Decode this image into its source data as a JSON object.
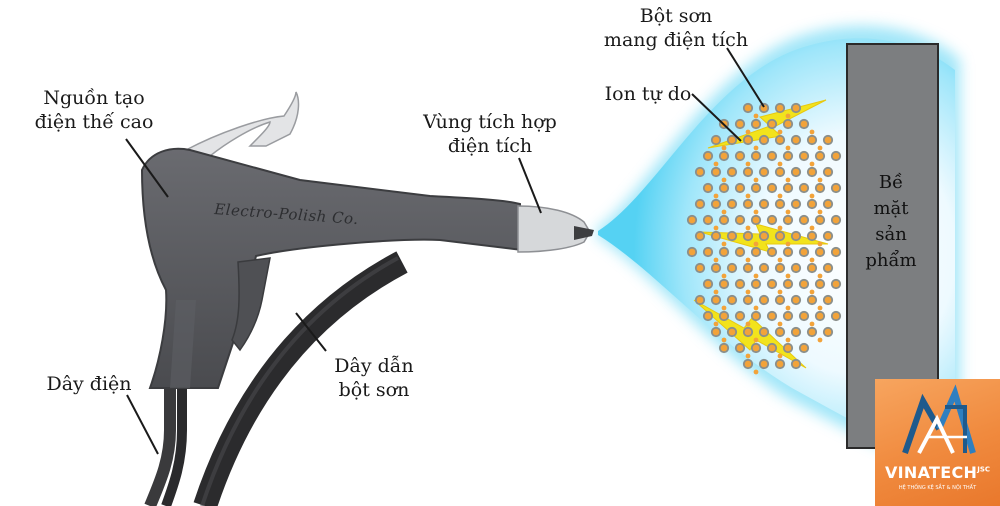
{
  "labels": {
    "voltage_source": [
      "Nguồn tạo",
      "điện thế cao"
    ],
    "charge_zone": [
      "Vùng tích hợp",
      "điện tích"
    ],
    "charged_powder": [
      "Bột sơn",
      "mang điện tích"
    ],
    "free_ions": "Ion tự do",
    "power_cord": "Dây điện",
    "powder_hose": [
      "Dây dẫn",
      "bột sơn"
    ],
    "product_surface": [
      "Bề",
      "mặt",
      "sản",
      "phẩm"
    ]
  },
  "gun_brand": "Electro-Polish Co.",
  "logo": {
    "name": "VINATECH",
    "suffix": "JSC",
    "tagline": "HỆ THỐNG KỆ SẮT & NỘI THẤT"
  },
  "colors": {
    "gun_body": "#56575b",
    "nozzle": "#d6d8da",
    "hose": "#2b2b2d",
    "spray_cloud": "#5ad3f4",
    "powder_particle": "#8a8f8c",
    "ion": "#f2a33a",
    "lightning": "#f2e31c",
    "surface_panel": "#7c7e80",
    "logo_bg": "#f08a3e"
  },
  "icons": [
    "spray-gun-icon",
    "lightning-bolt-icon",
    "vinatech-logo-icon"
  ]
}
